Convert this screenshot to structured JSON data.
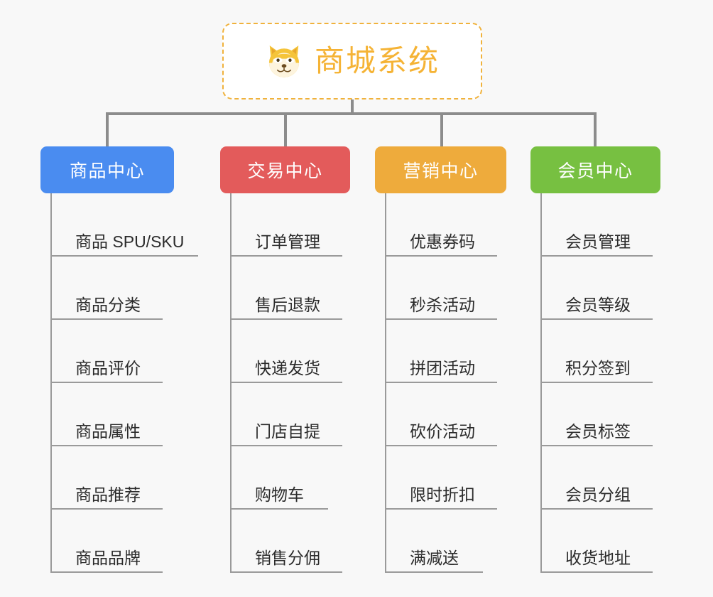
{
  "diagram": {
    "background_color": "#f8f8f8",
    "connector_color": "#8c8c8c",
    "root": {
      "title": "商城系统",
      "icon": "shiba-dog-icon",
      "text_color": "#f5b335",
      "border_color": "#f0b23c",
      "background_color": "#ffffff"
    },
    "columns": [
      {
        "id": "product-center",
        "title": "商品中心",
        "color": "#4a8cf0",
        "items": [
          "商品 SPU/SKU",
          "商品分类",
          "商品评价",
          "商品属性",
          "商品推荐",
          "商品品牌"
        ]
      },
      {
        "id": "trade-center",
        "title": "交易中心",
        "color": "#e35b5b",
        "items": [
          "订单管理",
          "售后退款",
          "快递发货",
          "门店自提",
          "购物车",
          "销售分佣"
        ]
      },
      {
        "id": "marketing-center",
        "title": "营销中心",
        "color": "#eeab3c",
        "items": [
          "优惠券码",
          "秒杀活动",
          "拼团活动",
          "砍价活动",
          "限时折扣",
          "满减送"
        ]
      },
      {
        "id": "member-center",
        "title": "会员中心",
        "color": "#77c041",
        "items": [
          "会员管理",
          "会员等级",
          "积分签到",
          "会员标签",
          "会员分组",
          "收货地址"
        ]
      }
    ]
  }
}
